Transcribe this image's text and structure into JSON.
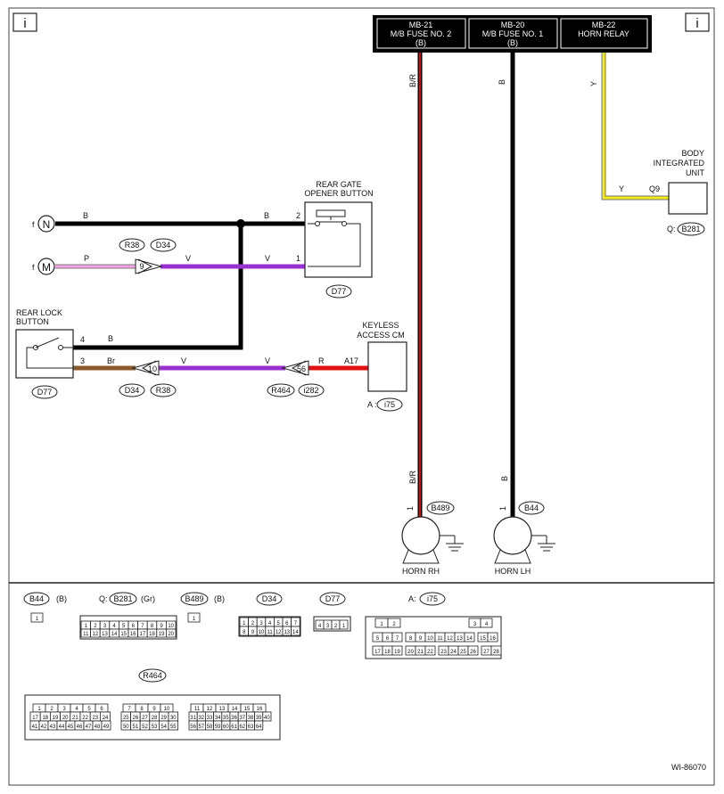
{
  "corner_icon": "i",
  "fuse_blocks": [
    {
      "id": "MB-21",
      "name": "M/B FUSE NO. 2",
      "conn": "(B)"
    },
    {
      "id": "MB-20",
      "name": "M/B FUSE NO. 1",
      "conn": "(B)"
    },
    {
      "id": "MB-22",
      "name": "HORN RELAY",
      "conn": ""
    }
  ],
  "wire_colors": {
    "B": "#000000",
    "P": "#f4a6e6",
    "V": "#9b30d0",
    "Br": "#8a5a2b",
    "R": "#e01010",
    "Y": "#f2ea1a",
    "BR": "#c00000"
  },
  "wire_labels": {
    "br": "B/R",
    "b": "B",
    "y": "Y",
    "p": "P",
    "v": "V",
    "r": "R",
    "brown": "Br"
  },
  "off_page": {
    "n": "N",
    "m": "M",
    "f": "f"
  },
  "components": {
    "body_unit": {
      "name_l1": "BODY",
      "name_l2": "INTEGRATED",
      "name_l3": "UNIT",
      "pin": "Q9",
      "conn_prefix": "Q:",
      "conn": "B281"
    },
    "rear_gate": {
      "name_l1": "REAR GATE",
      "name_l2": "OPENER BUTTON",
      "pin_top": "2",
      "pin_bottom": "1",
      "conn": "D77"
    },
    "rear_lock": {
      "name_l1": "REAR LOCK",
      "name_l2": "BUTTON",
      "pin_top": "4",
      "pin_bottom": "3",
      "conn": "D77"
    },
    "keyless": {
      "name_l1": "KEYLESS",
      "name_l2": "ACCESS CM",
      "pin": "A17",
      "conn_prefix": "A :",
      "conn": "i75"
    },
    "horn_rh": {
      "name": "HORN RH",
      "pin": "1",
      "conn": "B489"
    },
    "horn_lh": {
      "name": "HORN LH",
      "pin": "1",
      "conn": "B44"
    }
  },
  "junctions": {
    "j9": {
      "pin": "9",
      "c1": "R38",
      "c2": "D34"
    },
    "j10": {
      "pin": "10",
      "c1": "D34",
      "c2": "R38"
    },
    "j56": {
      "pin": "56",
      "c1": "R464",
      "c2": "i282"
    }
  },
  "connector_views": {
    "b44": {
      "name": "B44",
      "color": "(B)",
      "pins": [
        "1"
      ]
    },
    "b281": {
      "prefix": "Q:",
      "name": "B281",
      "color": "(Gr)",
      "row1": [
        "1",
        "2",
        "3",
        "4",
        "5",
        "6",
        "7",
        "8",
        "9",
        "10"
      ],
      "row2": [
        "11",
        "12",
        "13",
        "14",
        "15",
        "16",
        "17",
        "18",
        "19",
        "20"
      ]
    },
    "b489": {
      "name": "B489",
      "color": "(B)",
      "pins": [
        "1"
      ]
    },
    "d34": {
      "name": "D34",
      "row1": [
        "1",
        "2",
        "3",
        "4",
        "5",
        "6",
        "7"
      ],
      "row2": [
        "8",
        "9",
        "10",
        "11",
        "12",
        "13",
        "14"
      ]
    },
    "d77": {
      "name": "D77",
      "pins": [
        "4",
        "3",
        "2",
        "1"
      ]
    },
    "i75": {
      "prefix": "A:",
      "name": "i75",
      "row1": [
        "1",
        "2",
        "3",
        "4"
      ],
      "row2": [
        "5",
        "6",
        "7",
        "8",
        "9",
        "10",
        "11",
        "12",
        "13",
        "14",
        "15",
        "16"
      ],
      "row3": [
        "17",
        "18",
        "19",
        "20",
        "21",
        "22",
        "23",
        "24",
        "25",
        "26",
        "27",
        "28"
      ]
    },
    "r464": {
      "name": "R464",
      "row1": [
        "1",
        "2",
        "3",
        "4",
        "5",
        "6",
        "7",
        "8",
        "9",
        "10",
        "11",
        "12",
        "13",
        "14",
        "15",
        "16"
      ],
      "row2": [
        "17",
        "18",
        "19",
        "20",
        "21",
        "22",
        "23",
        "24",
        "25",
        "26",
        "27",
        "28",
        "29",
        "30",
        "31",
        "32",
        "33",
        "34",
        "35",
        "36",
        "37",
        "38",
        "39",
        "40"
      ],
      "row3": [
        "41",
        "42",
        "43",
        "44",
        "45",
        "46",
        "47",
        "48",
        "49",
        "50",
        "51",
        "52",
        "53",
        "54",
        "55",
        "56",
        "57",
        "58",
        "59",
        "60",
        "61",
        "62",
        "63",
        "64"
      ]
    }
  },
  "figure_id": "WI-86070"
}
